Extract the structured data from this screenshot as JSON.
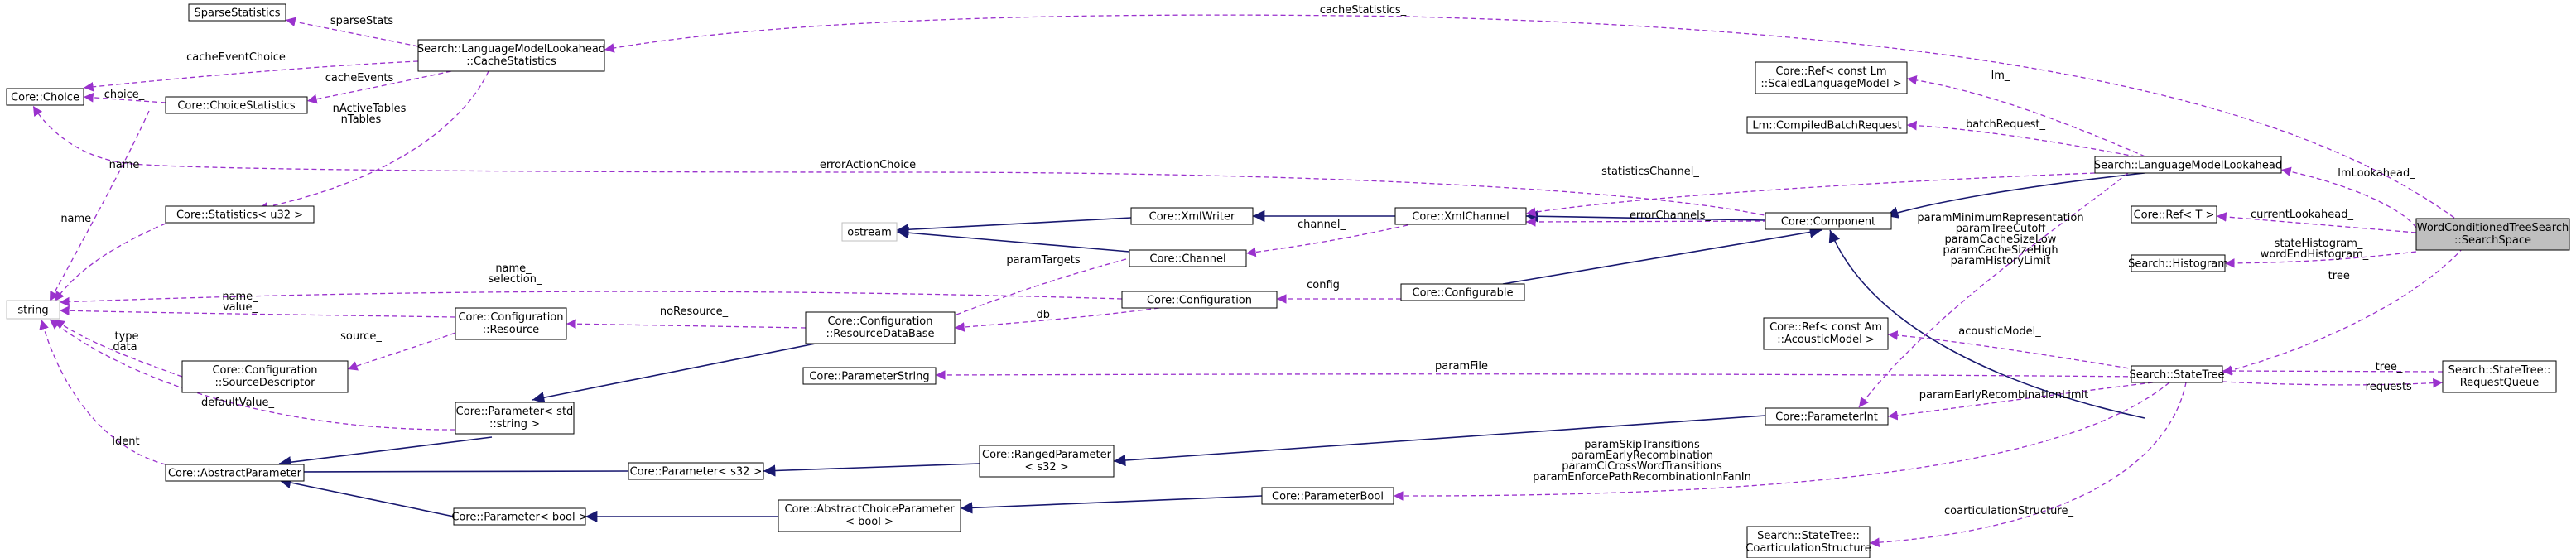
{
  "nodes": {
    "sparse_statistics": "SparseStatistics",
    "cache_statistics": [
      "Search::LanguageModelLookahead",
      "::CacheStatistics"
    ],
    "choice": "Core::Choice",
    "choice_statistics": "Core::ChoiceStatistics",
    "statistics_u32": "Core::Statistics< u32 >",
    "string": "string",
    "ostream": "ostream",
    "xml_writer": "Core::XmlWriter",
    "channel": "Core::Channel",
    "xml_channel": "Core::XmlChannel",
    "configuration": "Core::Configuration",
    "configurable": "Core::Configurable",
    "config_resource": [
      "Core::Configuration",
      "::Resource"
    ],
    "config_resource_db": [
      "Core::Configuration",
      "::ResourceDataBase"
    ],
    "config_source_descriptor": [
      "Core::Configuration",
      "::SourceDescriptor"
    ],
    "parameter_string": "Core::ParameterString",
    "parameter_std_string": [
      "Core::Parameter< std",
      "::string >"
    ],
    "abstract_parameter": "Core::AbstractParameter",
    "parameter_s32": "Core::Parameter< s32 >",
    "ranged_parameter": [
      "Core::RangedParameter",
      "< s32 >"
    ],
    "parameter_bool": "Core::Parameter< bool >",
    "abstract_choice_parameter": [
      "Core::AbstractChoiceParameter",
      "< bool >"
    ],
    "parameter_bool_class": "Core::ParameterBool",
    "parameter_int": "Core::ParameterInt",
    "component": "Core::Component",
    "ref_scaled_lm": [
      "Core::Ref< const Lm",
      "::ScaledLanguageModel >"
    ],
    "compiled_batch_request": "Lm::CompiledBatchRequest",
    "language_model_lookahead": "Search::LanguageModelLookahead",
    "ref_t": "Core::Ref< T >",
    "histogram": "Search::Histogram",
    "ref_acoustic_model": [
      "Core::Ref< const Am",
      "::AcousticModel >"
    ],
    "state_tree": "Search::StateTree",
    "request_queue": [
      "Search::StateTree::",
      "RequestQueue"
    ],
    "coarticulation_structure": [
      "Search::StateTree::",
      "CoarticulationStructure"
    ],
    "search_space": [
      "WordConditionedTreeSearch",
      "::SearchSpace"
    ]
  },
  "edge_labels": {
    "sparse_stats": "sparseStats",
    "cache_statistics": "cacheStatistics_",
    "cache_event_choice": "cacheEventChoice",
    "cache_events": "cacheEvents",
    "choice_": "choice_",
    "n_tables": [
      "nActiveTables",
      "nTables"
    ],
    "name_1": "name",
    "name_2": "name_",
    "lm": "lm_",
    "batch_request": "batchRequest_",
    "error_action_choice": "errorActionChoice",
    "statistics_channel": "statisticsChannel_",
    "lm_lookahead": "lmLookahead_",
    "current_lookahead": "currentLookahead_",
    "histograms": [
      "stateHistogram_",
      "wordEndHistogram_"
    ],
    "tree": "tree_",
    "channel": "channel_",
    "error_channels": "errorChannels_",
    "param_list_1": [
      "paramMinimumRepresentation",
      "paramTreeCutoff",
      "paramCacheSizeLow",
      "paramCacheSizeHigh",
      "paramHistoryLimit"
    ],
    "param_targets": "paramTargets",
    "name_selection": [
      "name_",
      "selection_"
    ],
    "name_value": [
      "name_",
      "value_"
    ],
    "config": "config",
    "no_resource": "noResource_",
    "db": "db_",
    "type_data": [
      "type",
      "data"
    ],
    "source": "source_",
    "default_value": "defaultValue_",
    "ident": "ident",
    "acoustic_model": "acousticModel_",
    "param_file": "paramFile",
    "tree_rq": "tree_",
    "requests": "requests_",
    "param_early_recomb_limit": "paramEarlyRecombinationLimit",
    "param_list_2": [
      "paramSkipTransitions",
      "paramEarlyRecombination",
      "paramCiCrossWordTransitions",
      "paramEnforcePathRecombinationInFanIn"
    ],
    "coarticulation_structure": "coarticulationStructure_"
  },
  "colors": {
    "inheritance": "#191970",
    "usage": "#9a32cd",
    "focus_fill": "#bfbfbf",
    "external_border": "#bfbfbf"
  }
}
